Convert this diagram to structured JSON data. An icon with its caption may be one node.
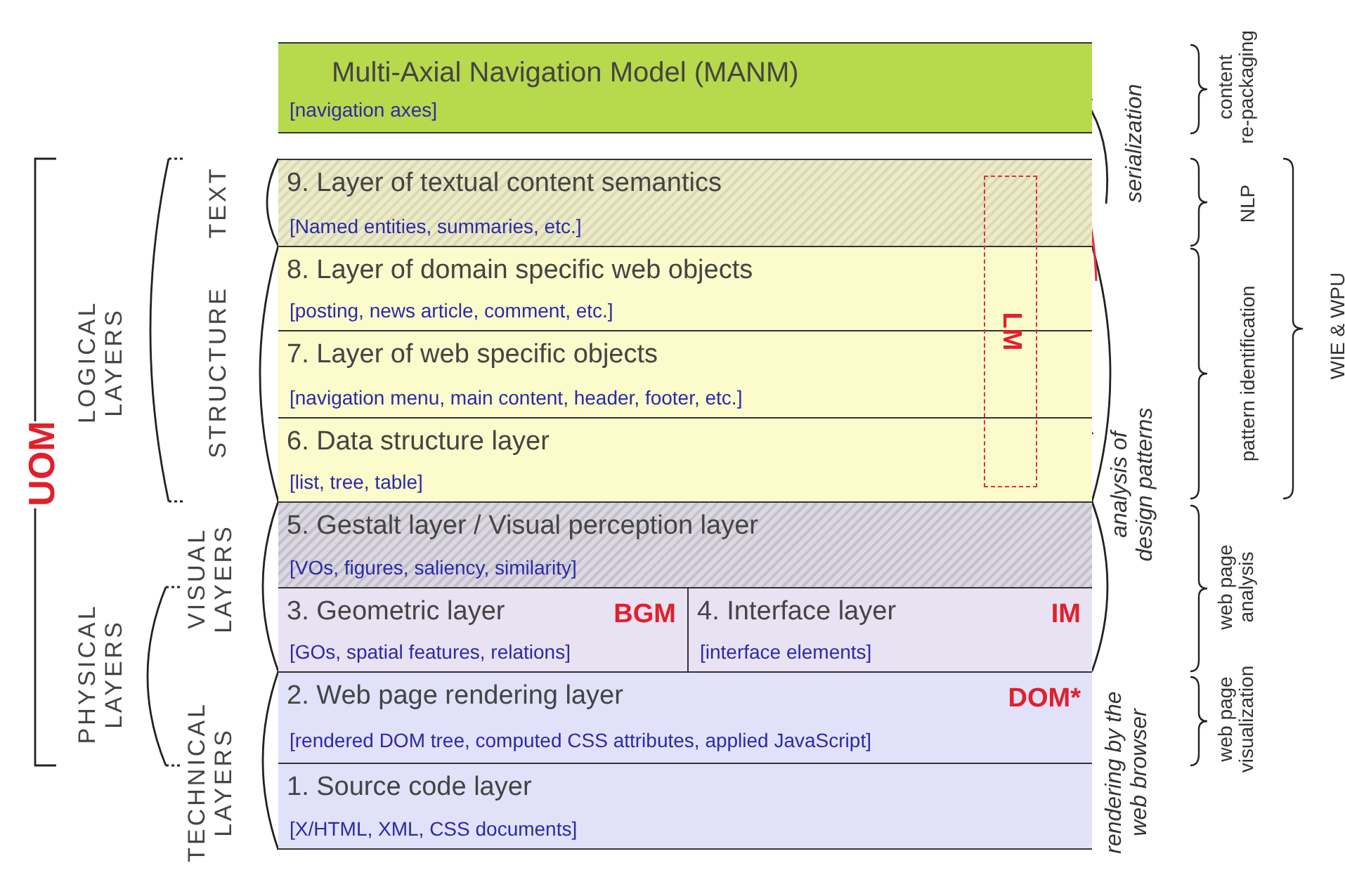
{
  "diagram": {
    "nodes": [
      {
        "text": [
          "Multi-Axial Navigation Model (MANM)",
          "[navigation axes]"
        ]
      },
      {
        "text": [
          "9. Layer of textual content semantics",
          "[Named entities, summaries, etc.]"
        ]
      },
      {
        "text": [
          "8. Layer of domain specific web objects",
          "[posting, news article, comment, etc.]"
        ]
      },
      {
        "text": [
          "7. Layer of web specific objects",
          "[navigation menu, main content, header, footer, etc.]"
        ]
      },
      {
        "text": [
          "6. Data structure layer",
          "[list, tree, table]"
        ]
      },
      {
        "text": [
          "5. Gestalt layer / Visual perception layer",
          "[VOs, figures, saliency, similarity]"
        ]
      },
      {
        "text": [
          "3. Geometric layer",
          "BGM",
          "[GOs, spatial features, relations]"
        ]
      },
      {
        "text": [
          "4. Interface layer",
          "IM",
          "[interface elements]"
        ]
      },
      {
        "text": [
          "2. Web page rendering layer",
          "DOM*",
          "[rendered DOM tree, computed CSS attributes, applied JavaScript]"
        ]
      },
      {
        "text": [
          "1. Source code layer",
          "[X/HTML, XML, CSS documents]"
        ]
      },
      {
        "text": [
          "LM"
        ]
      }
    ],
    "labels": [
      "UOM",
      "LOGICAL LAYERS",
      "PHYSICAL LAYERS",
      "TEXT",
      "STRUCTURE",
      "VISUAL LAYERS",
      "TECHNICAL LAYERS",
      "serialization",
      "analysis of design patterns",
      "rendering by the web browser",
      "content re-packaging",
      "NLP",
      "pattern identification",
      "web page analysis",
      "web page visualization",
      "WIE & WPU"
    ]
  }
}
